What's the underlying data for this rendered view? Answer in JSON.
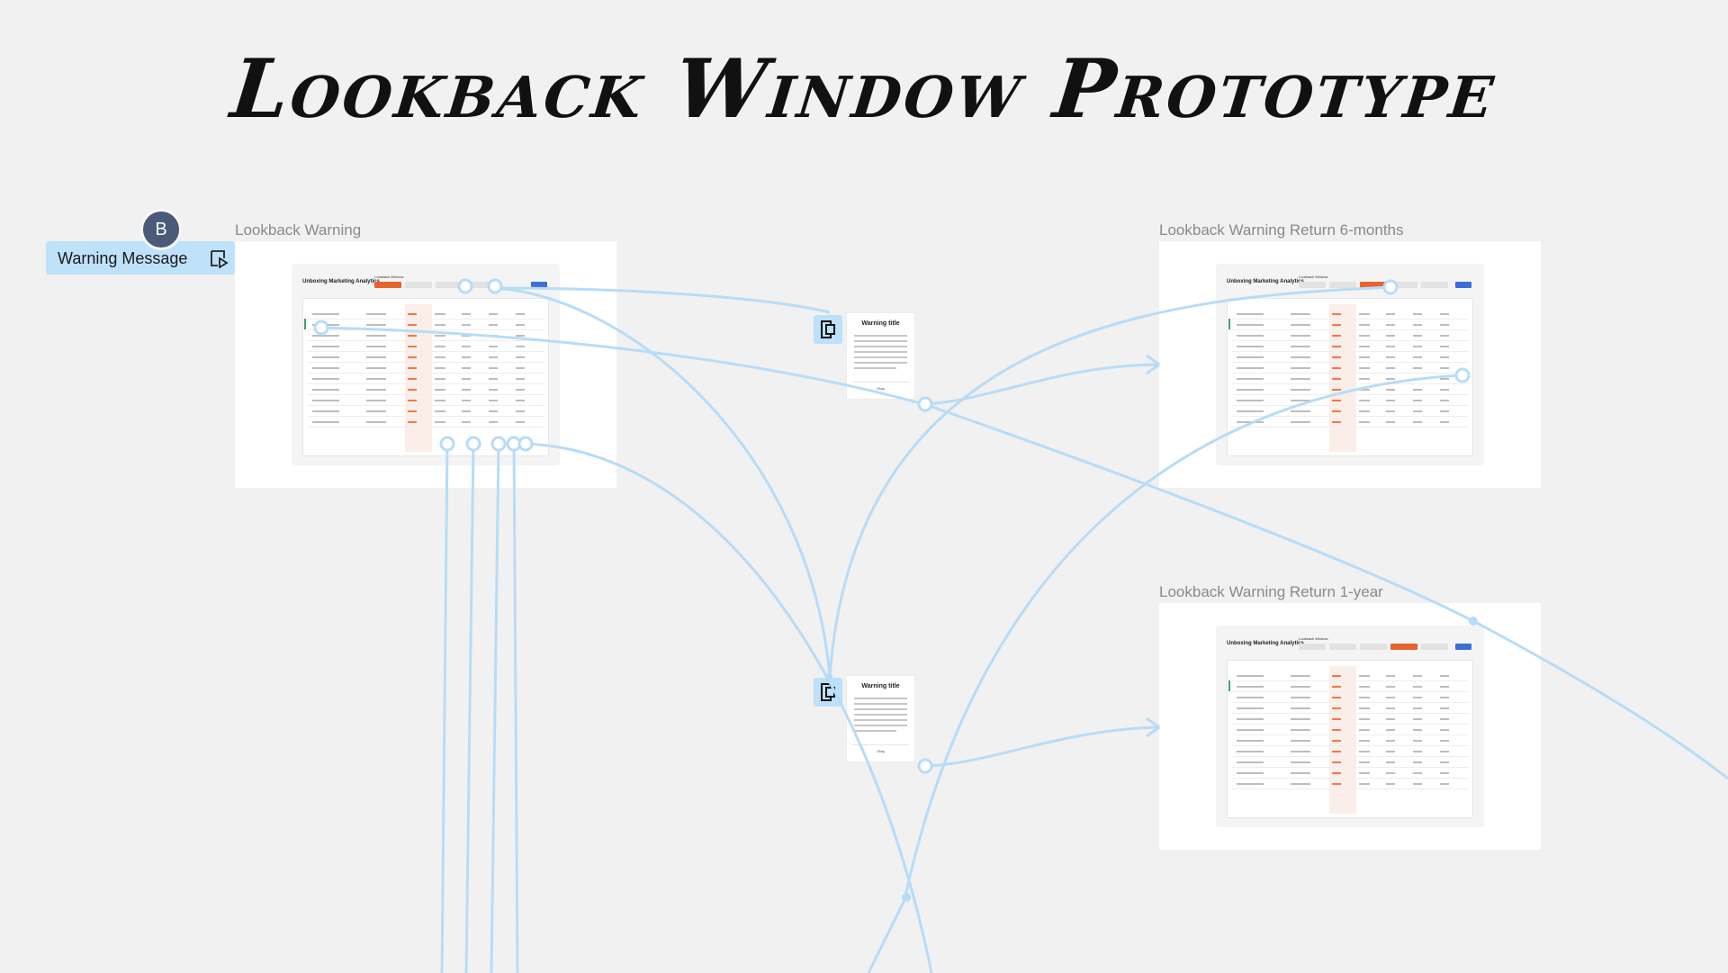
{
  "title": "Lookback Window Prototype",
  "frames": {
    "warning": {
      "label": "Lookback Warning"
    },
    "six_months": {
      "label": "Lookback Warning Return 6-months"
    },
    "one_year": {
      "label": "Lookback Warning Return 1-year"
    }
  },
  "dashboard": {
    "title": "Unboxing Marketing Analytics",
    "lookback_label": "Lookback Window"
  },
  "dialog": {
    "title": "Warning title",
    "button": "Okay"
  },
  "component_tag": {
    "label": "Warning Message",
    "icon": "play-frame-icon"
  },
  "avatar": {
    "initial": "B"
  },
  "colors": {
    "canvas": "#f1f1f1",
    "connector": "#b7dcf7",
    "tag": "#bfe2fb",
    "accent": "#e8622d",
    "avatar": "#4b5a79"
  }
}
